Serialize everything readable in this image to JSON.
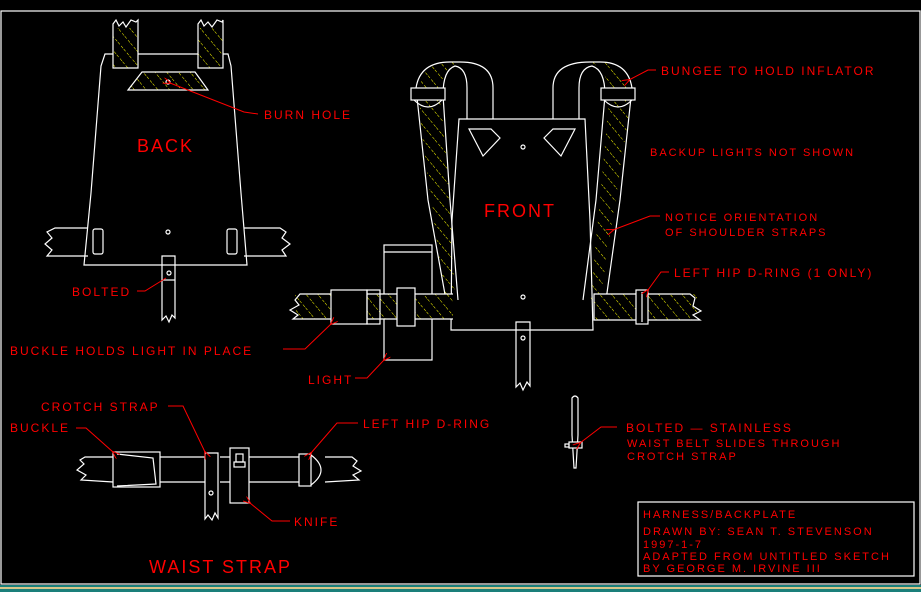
{
  "drawing": {
    "background": "#000000",
    "line_color": "#ffffff",
    "label_color": "#ff0000",
    "hatch_color": "#ffff00",
    "views": {
      "back": "BACK",
      "front": "FRONT",
      "waist": "WAIST STRAP"
    },
    "callouts": {
      "burn_hole": "BURN HOLE",
      "bolted": "BOLTED",
      "buckle_light": "BUCKLE HOLDS LIGHT IN PLACE",
      "light": "LIGHT",
      "bungee": "BUNGEE TO HOLD INFLATOR",
      "backup_lights": "BACKUP LIGHTS NOT SHOWN",
      "notice_line1": "NOTICE ORIENTATION",
      "notice_line2": "OF SHOULDER STRAPS",
      "left_hip_d_ring_one": "LEFT HIP D-RING (1 ONLY)",
      "crotch_strap": "CROTCH STRAP",
      "buckle": "BUCKLE",
      "left_hip_d_ring": "LEFT HIP D-RING",
      "knife": "KNIFE",
      "bolted_stainless": "BOLTED — STAINLESS",
      "waist_belt_line1": "WAIST BELT SLIDES THROUGH",
      "waist_belt_line2": "CROTCH STRAP"
    },
    "title_block": {
      "title": "HARNESS/BACKPLATE",
      "drawn_by": "DRAWN BY:   SEAN T. STEVENSON",
      "date": "1997-1-7",
      "adapted_line1": "ADAPTED FROM UNTITLED SKETCH",
      "adapted_line2": "BY GEORGE M. IRVINE III"
    }
  }
}
